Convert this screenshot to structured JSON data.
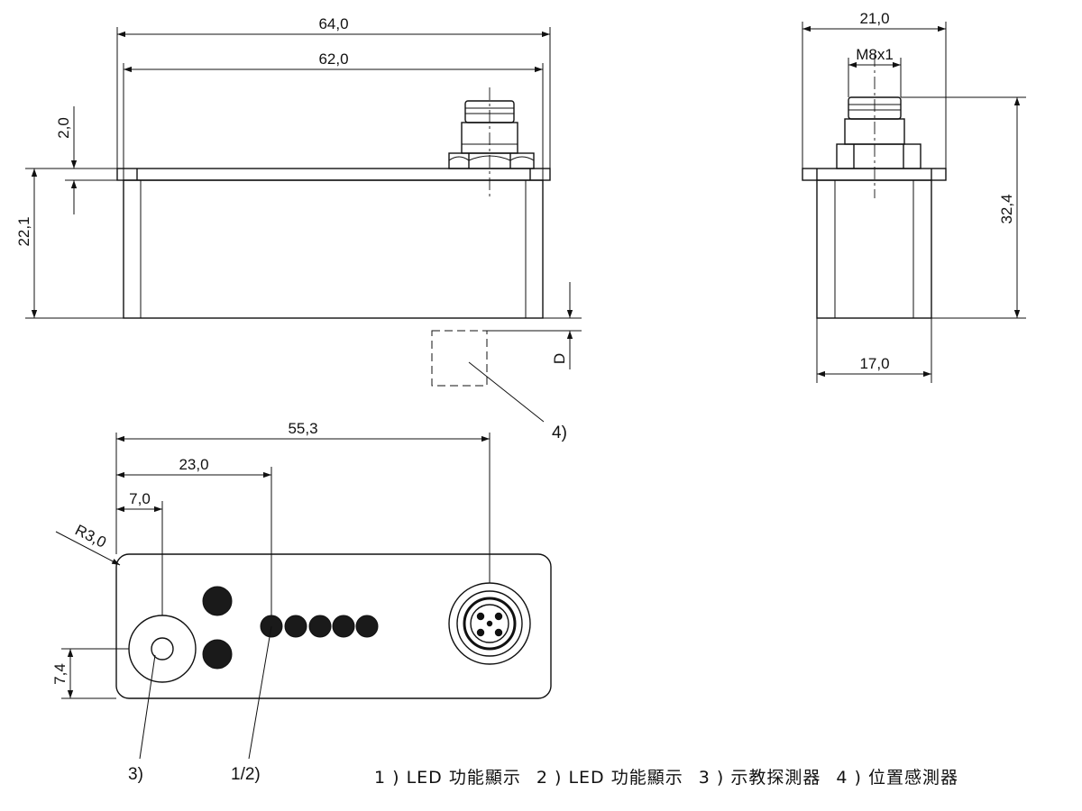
{
  "dimensions": {
    "overall_length": "64,0",
    "body_length": "62,0",
    "flange_thickness": "2,0",
    "height_side": "22,1",
    "width_total": "21,0",
    "thread": "M8x1",
    "overall_height": "32,4",
    "body_width": "17,0",
    "detection_distance": "D",
    "connector_offset": "55,3",
    "led_offset": "23,0",
    "teach_offset": "7,0",
    "corner_radius": "R3,0",
    "teach_height": "7,4"
  },
  "callouts": {
    "position_sensor": "4)",
    "teach_probe": "3)",
    "led": "1/2)"
  },
  "legend": {
    "item1": "1 ) LED 功能顯示",
    "item2": "2 ) LED 功能顯示",
    "item3": "3 ) 示教探測器",
    "item4": "4 ) 位置感測器"
  }
}
